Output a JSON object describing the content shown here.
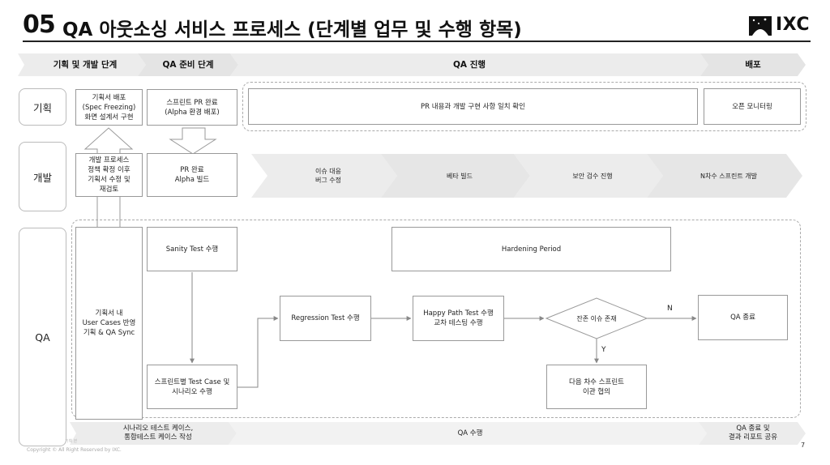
{
  "header": {
    "number": "05",
    "title": "QA 아웃소싱 서비스 프로세스 (단계별 업무 및 수행 항목)",
    "logo_text": "IXC"
  },
  "phases": [
    "기획 및 개발 단계",
    "QA 준비 단계",
    "QA 진행",
    "배포"
  ],
  "rows": {
    "planning": "기획",
    "dev": "개발",
    "qa": "QA"
  },
  "planning_boxes": {
    "spec": "기획서 배포\n(Spec Freezing)\n화면 설계서 구현",
    "sprint_pr": "스프린트 PR 완료\n(Alpha 환경 배포)",
    "pr_check": "PR 내용과 개발 구현 사항 일치 확인",
    "open_monitor": "오픈 모니터링"
  },
  "dev_boxes": {
    "dev_process": "개발 프로세스\n정책 확정 이후\n기획서 수정 및\n재검토",
    "pr_done": "PR 완료\nAlpha 빌드"
  },
  "dev_chevrons": [
    "이슈 대응\n버그 수정",
    "베타 빌드",
    "보안 검수 진행",
    "N차수 스프린트 개발"
  ],
  "qa_boxes": {
    "sync": "기획서 내\nUser Cases 반영\n기획 & QA Sync",
    "sanity": "Sanity Test 수행",
    "testcase": "스프린트별 Test Case 및\n시나리오 수행",
    "regression": "Regression Test 수행",
    "happy": "Happy Path Test 수행\n교차 테스팅 수행",
    "decision": "잔존 이슈 존재",
    "qa_end": "QA 종료",
    "next_sprint": "다음 차수 스프린트\n이관 협의",
    "hardening": "Hardening Period",
    "label_n": "N",
    "label_y": "Y"
  },
  "bottom_phases": [
    "시나리오 테스트 케이스,\n통합테스트 케이스 작성",
    "QA 수행",
    "QA 종료 및\n결과 리포트 공유"
  ],
  "footer": {
    "watermark": "기획 본",
    "copyright": "Copyright © All Right Reserved by IXC.",
    "page": "7"
  },
  "colors": {
    "chevron_fill": "#ececec",
    "box_border": "#999999",
    "arrow": "#888888",
    "dashed_border": "#aaaaaa"
  }
}
